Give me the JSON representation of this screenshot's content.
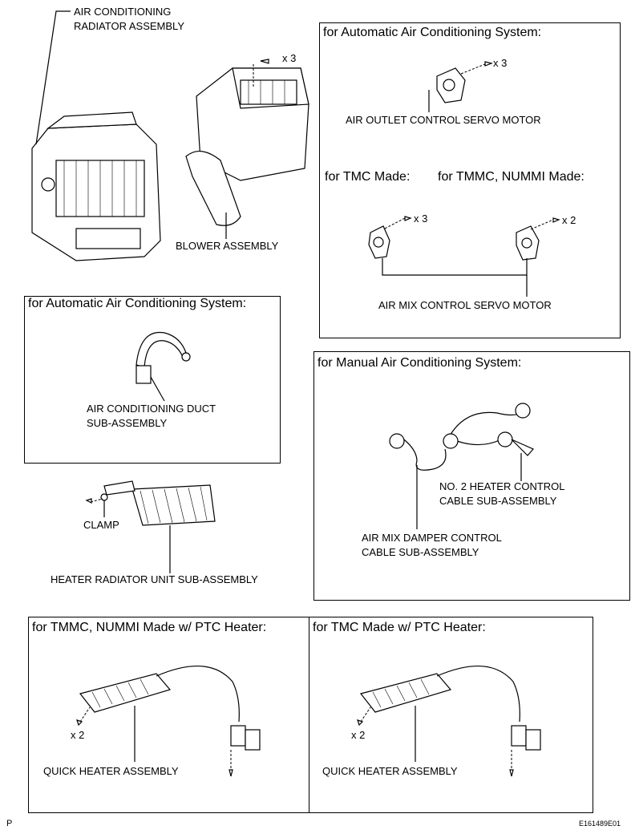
{
  "top_left": {
    "radiator_label": [
      "AIR CONDITIONING",
      "RADIATOR ASSEMBLY"
    ],
    "blower_label": "BLOWER ASSEMBLY",
    "blower_screw_qty": "x 3"
  },
  "auto_box_right": {
    "header": "for Automatic Air Conditioning System:",
    "outlet_screw_qty": "x 3",
    "outlet_motor_label": "AIR OUTLET CONTROL SERVO MOTOR",
    "tmc_header": "for TMC Made:",
    "tmmc_header": "for TMMC, NUMMI Made:",
    "tmc_screw_qty": "x 3",
    "tmmc_screw_qty": "x 2",
    "airmix_motor_label": "AIR MIX CONTROL SERVO MOTOR"
  },
  "auto_box_left": {
    "header": "for Automatic Air Conditioning System:",
    "duct_label": [
      "AIR CONDITIONING DUCT",
      "SUB-ASSEMBLY"
    ]
  },
  "heater_radiator": {
    "clamp_label": "CLAMP",
    "unit_label": "HEATER RADIATOR UNIT SUB-ASSEMBLY"
  },
  "manual_box": {
    "header": "for Manual Air Conditioning System:",
    "no2_cable_label": [
      "NO. 2 HEATER CONTROL",
      "CABLE SUB-ASSEMBLY"
    ],
    "airmix_cable_label": [
      "AIR MIX DAMPER CONTROL",
      "CABLE SUB-ASSEMBLY"
    ]
  },
  "ptc_left": {
    "header": "for TMMC, NUMMI Made w/ PTC Heater:",
    "screw_qty": "x 2",
    "label": "QUICK HEATER ASSEMBLY"
  },
  "ptc_right": {
    "header": "for TMC Made w/ PTC Heater:",
    "screw_qty": "x 2",
    "label": "QUICK HEATER ASSEMBLY"
  },
  "footer": {
    "left_mark": "P",
    "figure_id": "E161489E01"
  }
}
